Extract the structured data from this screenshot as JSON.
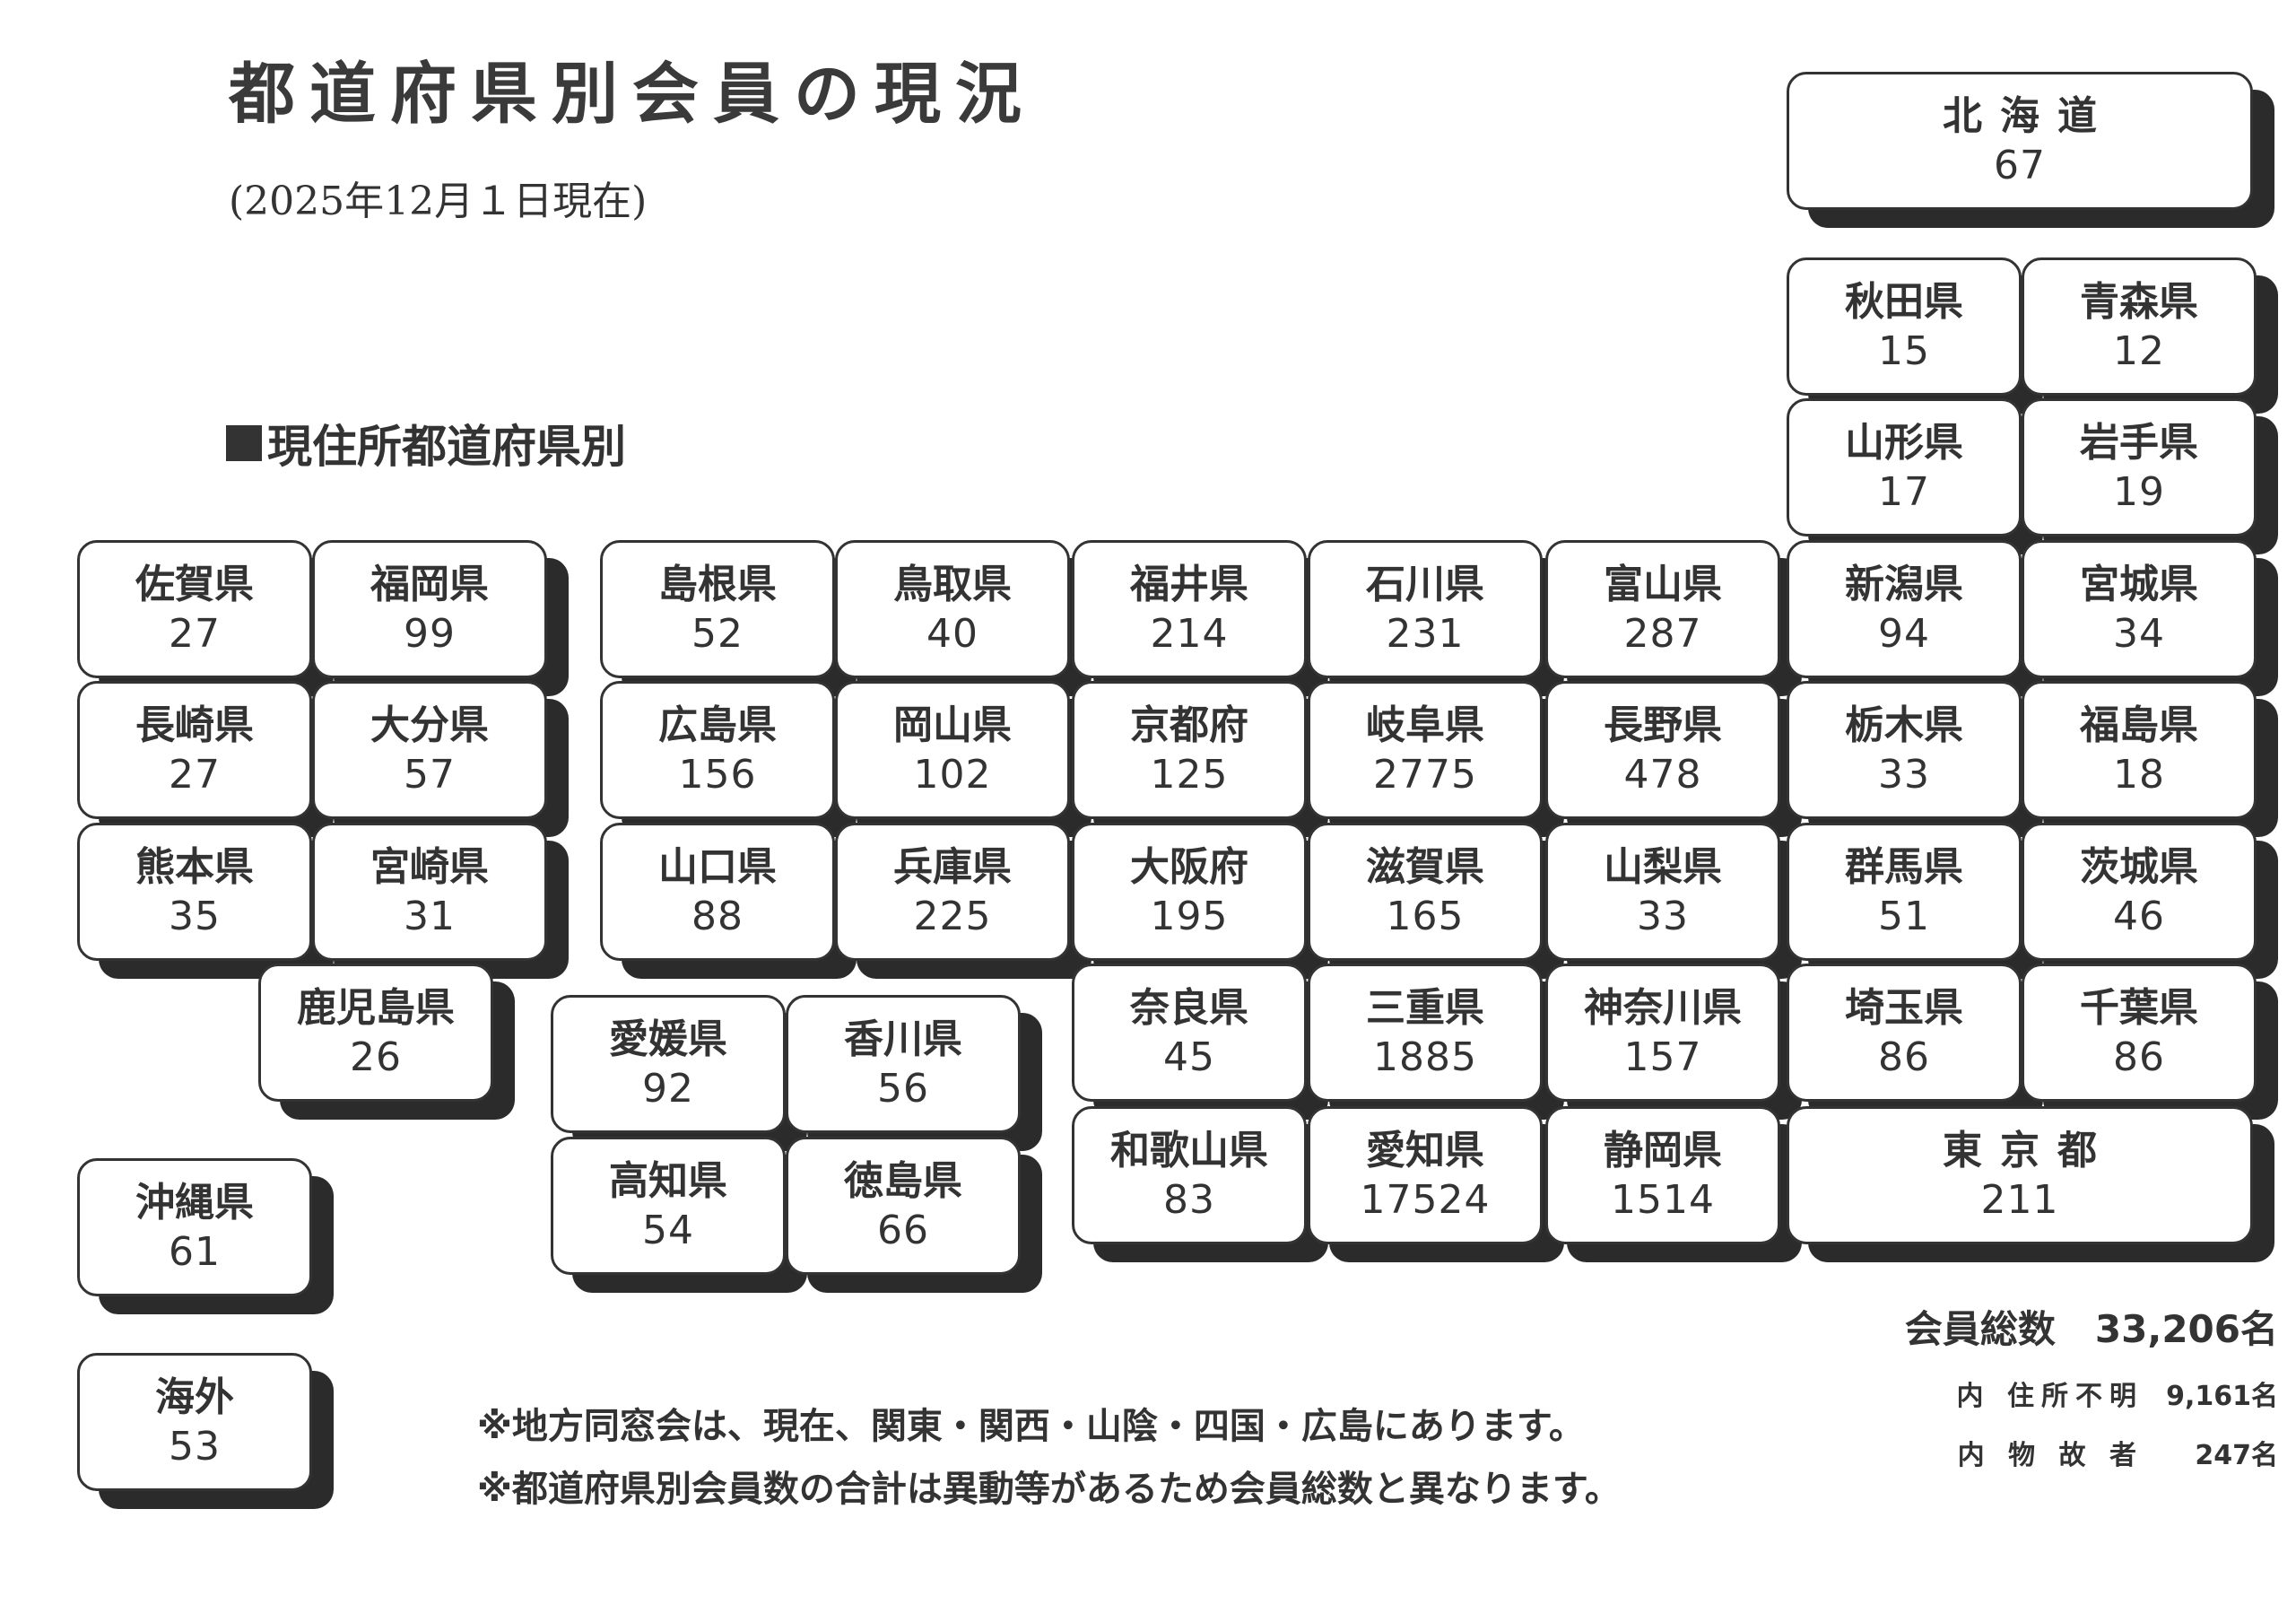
{
  "header": {
    "title": "都道府県別会員の現況",
    "date": "(2025年12月１日現在)",
    "section_heading": "現住所都道府県別"
  },
  "prefectures": [
    {
      "id": "hokkaido",
      "name": "北海道",
      "count": "67"
    },
    {
      "id": "akita",
      "name": "秋田県",
      "count": "15"
    },
    {
      "id": "aomori",
      "name": "青森県",
      "count": "12"
    },
    {
      "id": "yamagata",
      "name": "山形県",
      "count": "17"
    },
    {
      "id": "iwate",
      "name": "岩手県",
      "count": "19"
    },
    {
      "id": "saga",
      "name": "佐賀県",
      "count": "27"
    },
    {
      "id": "fukuoka",
      "name": "福岡県",
      "count": "99"
    },
    {
      "id": "shimane",
      "name": "島根県",
      "count": "52"
    },
    {
      "id": "tottori",
      "name": "鳥取県",
      "count": "40"
    },
    {
      "id": "fukui",
      "name": "福井県",
      "count": "214"
    },
    {
      "id": "ishikawa",
      "name": "石川県",
      "count": "231"
    },
    {
      "id": "toyama",
      "name": "富山県",
      "count": "287"
    },
    {
      "id": "niigata",
      "name": "新潟県",
      "count": "94"
    },
    {
      "id": "miyagi",
      "name": "宮城県",
      "count": "34"
    },
    {
      "id": "nagasaki",
      "name": "長崎県",
      "count": "27"
    },
    {
      "id": "oita",
      "name": "大分県",
      "count": "57"
    },
    {
      "id": "hiroshima",
      "name": "広島県",
      "count": "156"
    },
    {
      "id": "okayama",
      "name": "岡山県",
      "count": "102"
    },
    {
      "id": "kyoto",
      "name": "京都府",
      "count": "125"
    },
    {
      "id": "gifu",
      "name": "岐阜県",
      "count": "2775"
    },
    {
      "id": "nagano",
      "name": "長野県",
      "count": "478"
    },
    {
      "id": "tochigi",
      "name": "栃木県",
      "count": "33"
    },
    {
      "id": "fukushima",
      "name": "福島県",
      "count": "18"
    },
    {
      "id": "kumamoto",
      "name": "熊本県",
      "count": "35"
    },
    {
      "id": "miyazaki",
      "name": "宮崎県",
      "count": "31"
    },
    {
      "id": "yamaguchi",
      "name": "山口県",
      "count": "88"
    },
    {
      "id": "hyogo",
      "name": "兵庫県",
      "count": "225"
    },
    {
      "id": "osaka",
      "name": "大阪府",
      "count": "195"
    },
    {
      "id": "shiga",
      "name": "滋賀県",
      "count": "165"
    },
    {
      "id": "yamanashi",
      "name": "山梨県",
      "count": "33"
    },
    {
      "id": "gunma",
      "name": "群馬県",
      "count": "51"
    },
    {
      "id": "ibaraki",
      "name": "茨城県",
      "count": "46"
    },
    {
      "id": "kagoshima",
      "name": "鹿児島県",
      "count": "26"
    },
    {
      "id": "ehime",
      "name": "愛媛県",
      "count": "92"
    },
    {
      "id": "kagawa",
      "name": "香川県",
      "count": "56"
    },
    {
      "id": "nara",
      "name": "奈良県",
      "count": "45"
    },
    {
      "id": "mie",
      "name": "三重県",
      "count": "1885"
    },
    {
      "id": "kanagawa",
      "name": "神奈川県",
      "count": "157"
    },
    {
      "id": "saitama",
      "name": "埼玉県",
      "count": "86"
    },
    {
      "id": "chiba",
      "name": "千葉県",
      "count": "86"
    },
    {
      "id": "kochi",
      "name": "高知県",
      "count": "54"
    },
    {
      "id": "tokushima",
      "name": "徳島県",
      "count": "66"
    },
    {
      "id": "wakayama",
      "name": "和歌山県",
      "count": "83"
    },
    {
      "id": "aichi",
      "name": "愛知県",
      "count": "17524"
    },
    {
      "id": "shizuoka",
      "name": "静岡県",
      "count": "1514"
    },
    {
      "id": "tokyo",
      "name": "東京都",
      "count": "211"
    },
    {
      "id": "okinawa",
      "name": "沖縄県",
      "count": "61"
    },
    {
      "id": "overseas",
      "name": "海外",
      "count": "53"
    }
  ],
  "totals": {
    "total_label": "会員総数",
    "total_value": "33,206名",
    "unknown_label": "内 住所不明",
    "unknown_value": "9,161名",
    "deceased_label": "内 物 故 者",
    "deceased_value": "247名"
  },
  "notes": [
    "※地方同窓会は、現在、関東・関西・山陰・四国・広島にあります。",
    "※都道府県別会員数の合計は異動等があるため会員総数と異なります。"
  ]
}
